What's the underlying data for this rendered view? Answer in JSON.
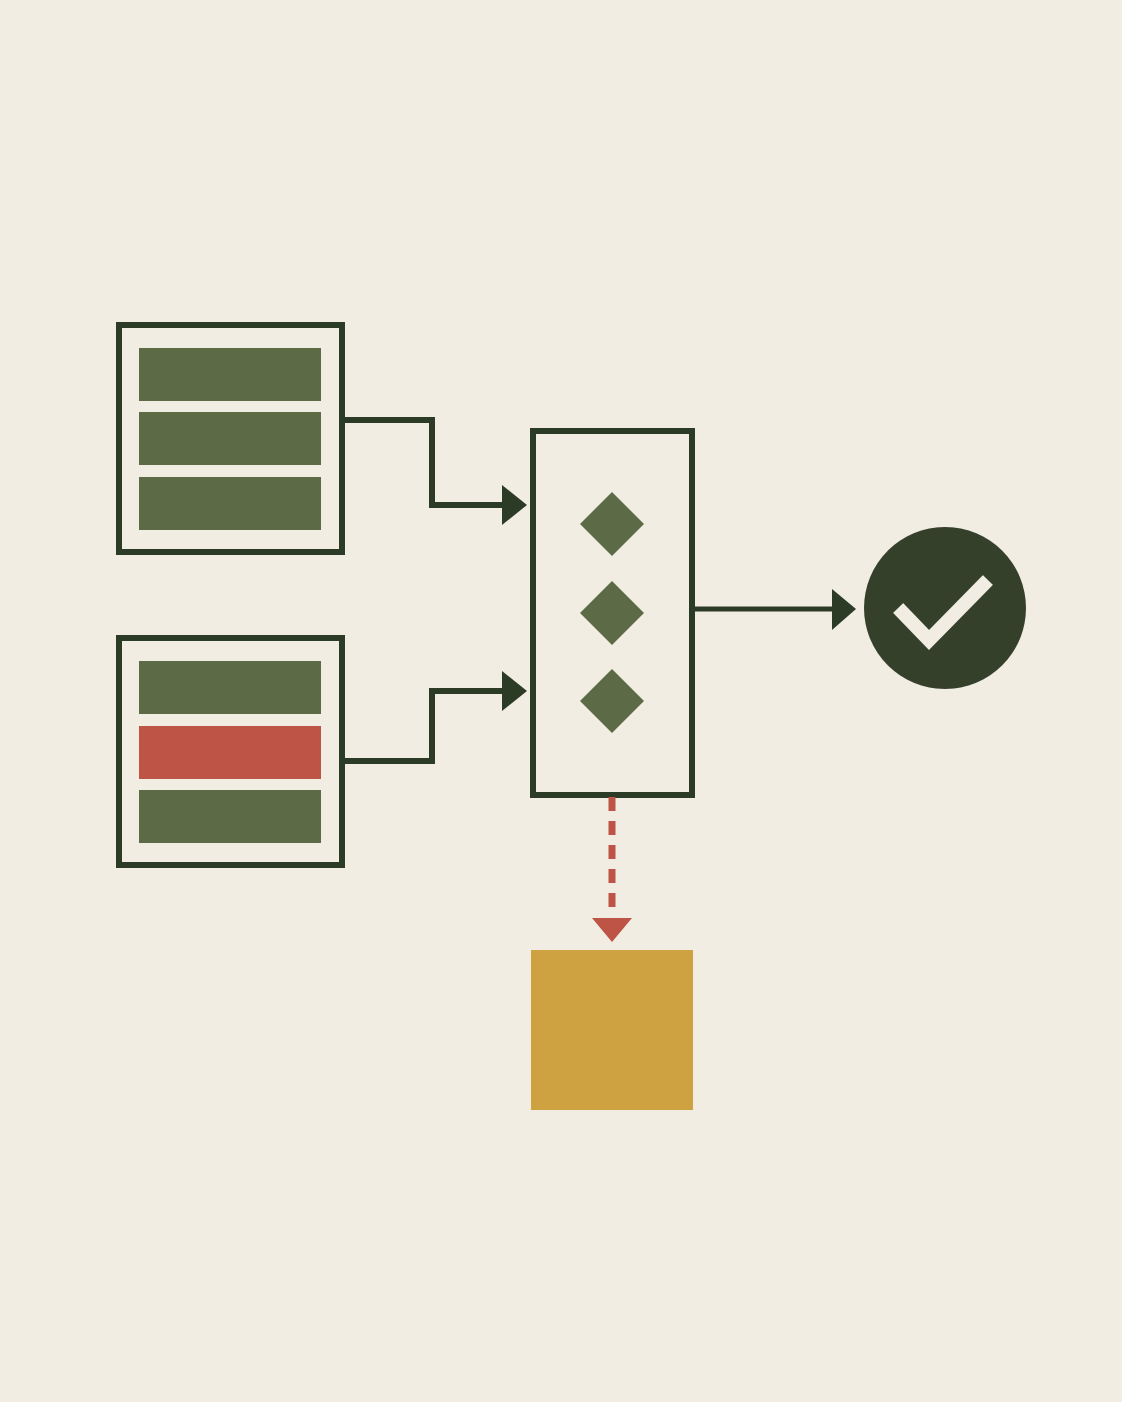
{
  "colors": {
    "background": "#f2ede3",
    "ink": "#2c3b26",
    "row_ok": "#5c6b45",
    "row_error": "#bd5446",
    "diamond": "#5c6b45",
    "check_circle": "#35402b",
    "check_mark": "#f2ede3",
    "reject_arrow": "#bd5446",
    "output_box": "#cfa241"
  },
  "diagram": {
    "input_tables": [
      {
        "rows": [
          "ok",
          "ok",
          "ok"
        ]
      },
      {
        "rows": [
          "ok",
          "error",
          "ok"
        ]
      }
    ],
    "processor": {
      "diamond_count": 3
    },
    "success": {
      "icon": "checkmark-icon"
    },
    "rejected": {
      "icon": "rejected-output-box",
      "connector": "dashed"
    }
  }
}
